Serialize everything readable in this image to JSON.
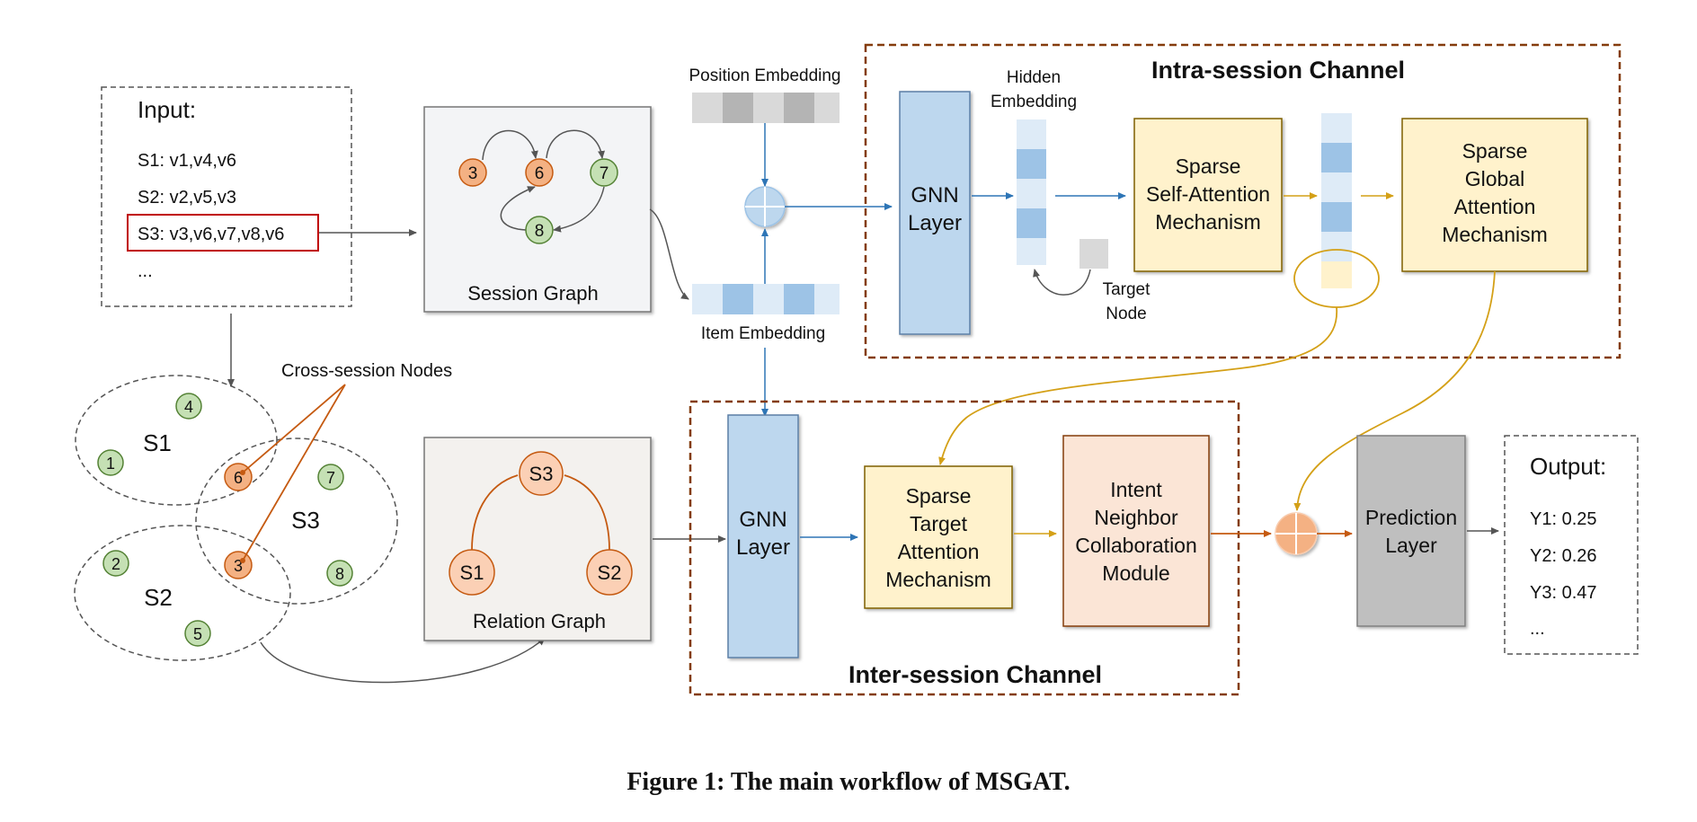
{
  "input": {
    "title": "Input:",
    "lines": [
      "S1: v1,v4,v6",
      "S2: v2,v5,v3",
      "S3: v3,v6,v7,v8,v6",
      "..."
    ]
  },
  "session_graph": {
    "label": "Session Graph",
    "nodes": [
      "3",
      "6",
      "7",
      "8"
    ]
  },
  "cross_session": {
    "label": "Cross-session Nodes",
    "session_labels": [
      "S1",
      "S3",
      "S2"
    ],
    "nodes": [
      "4",
      "1",
      "6",
      "7",
      "2",
      "3",
      "8",
      "5"
    ]
  },
  "relation_graph": {
    "label": "Relation Graph",
    "nodes": [
      "S3",
      "S1",
      "S2"
    ]
  },
  "embeddings": {
    "position": "Position Embedding",
    "item": "Item Embedding",
    "hidden": [
      "Hidden",
      "Embedding"
    ],
    "target": [
      "Target",
      "Node"
    ]
  },
  "intra_channel": {
    "title": "Intra-session  Channel",
    "gnn": [
      "GNN",
      "Layer"
    ],
    "self_attention": [
      "Sparse",
      "Self-Attention",
      "Mechanism"
    ],
    "global_attention": [
      "Sparse",
      "Global",
      "Attention",
      "Mechanism"
    ]
  },
  "inter_channel": {
    "title": "Inter-session  Channel",
    "gnn": [
      "GNN",
      "Layer"
    ],
    "target_attention": [
      "Sparse",
      "Target",
      "Attention",
      "Mechanism"
    ],
    "intent": [
      "Intent",
      "Neighbor",
      "Collaboration",
      "Module"
    ]
  },
  "prediction": [
    "Prediction",
    "Layer"
  ],
  "output": {
    "title": "Output:",
    "lines": [
      "Y1: 0.25",
      "Y2: 0.26",
      "Y3: 0.47",
      "..."
    ]
  },
  "caption": "Figure 1: The main workflow of MSGAT.",
  "colors": {
    "node_orange": "#f4b183",
    "node_green": "#c5e0b4",
    "gnn_blue": "#bdd7ee",
    "attention_yellow": "#fff2cc",
    "intent_pink": "#fbe5d6",
    "prediction_gray": "#bfbfbf",
    "channel_border": "#843c0c",
    "arrow_blue": "#2e75b6",
    "arrow_gold": "#d4a017",
    "arrow_orange": "#c55a11"
  }
}
